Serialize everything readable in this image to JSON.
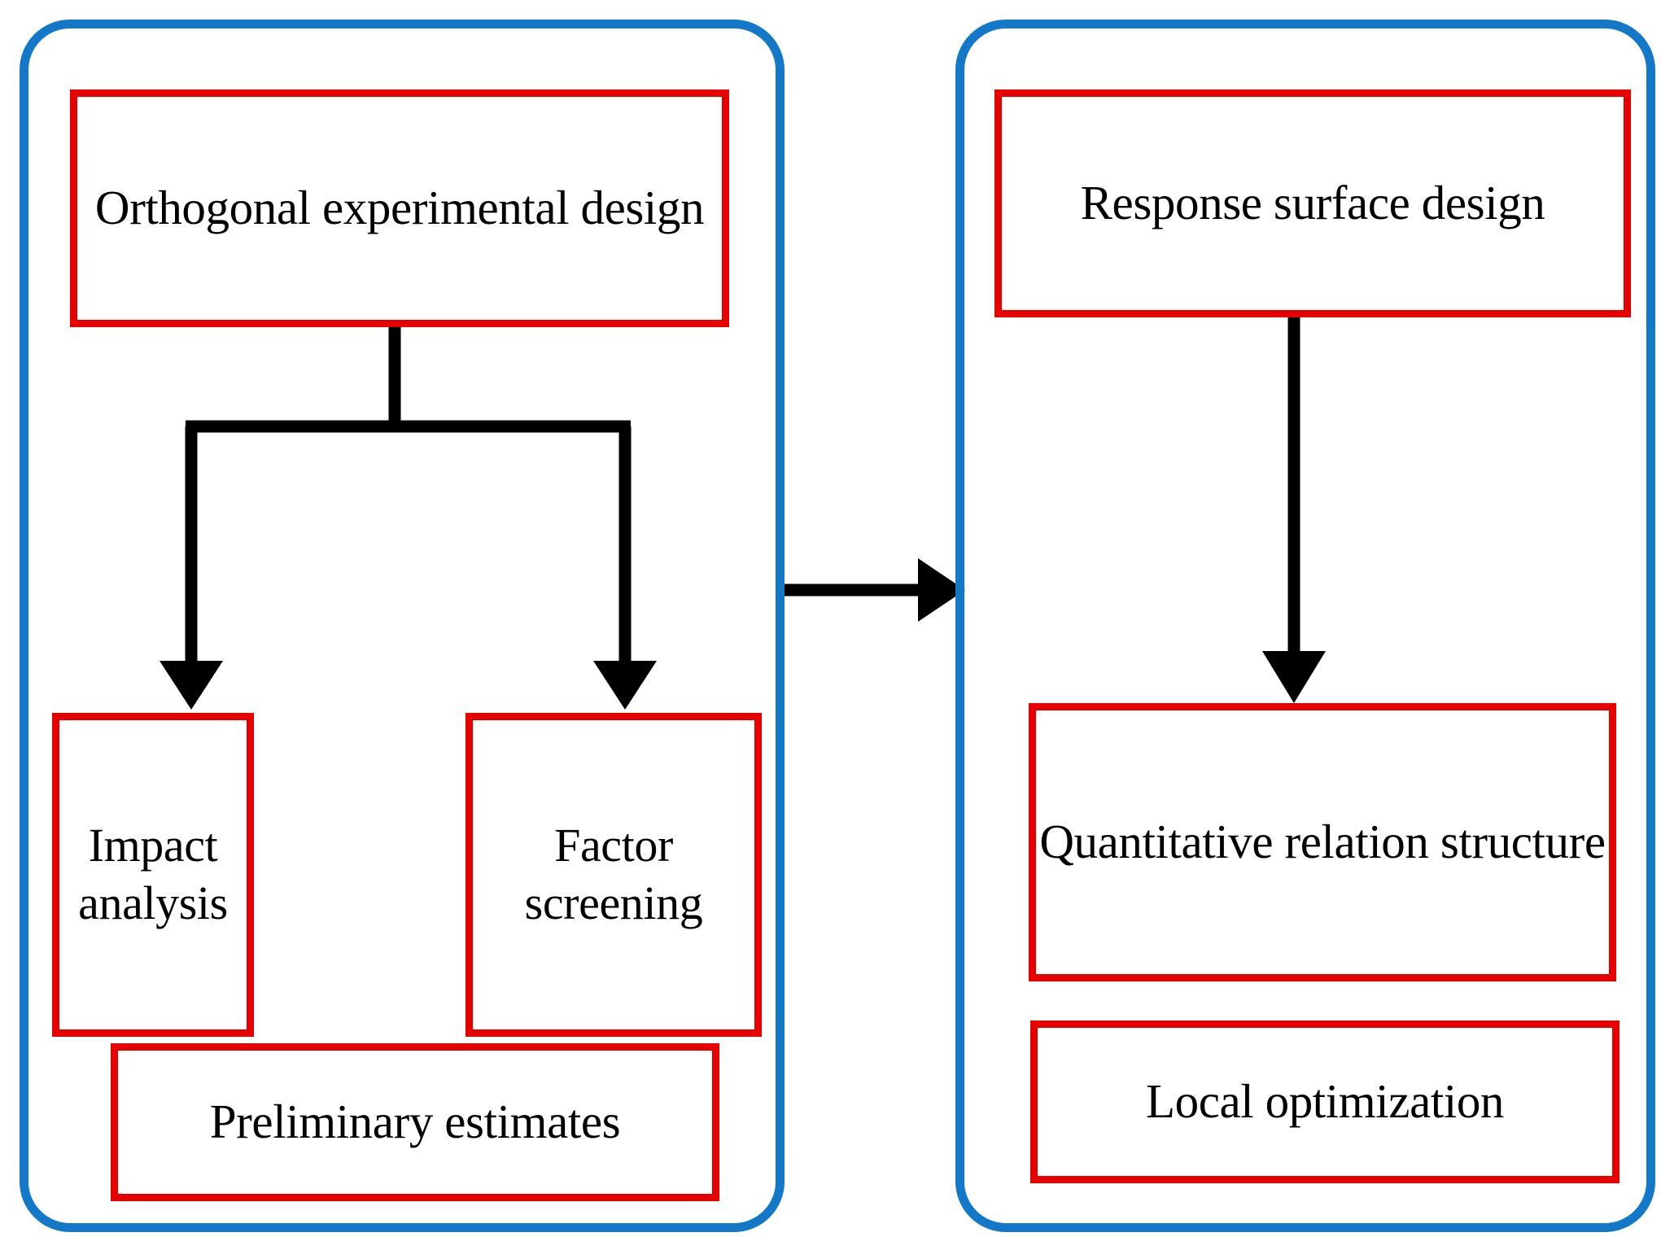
{
  "diagram": {
    "type": "flowchart",
    "title": "Orthogonal experimental design and response surface design workflow",
    "colors": {
      "group_border": "#1378c8",
      "node_border": "#e60000",
      "connector": "#000000",
      "node_fill": "#ffffff",
      "text": "#000000",
      "background": "#ffffff"
    },
    "groups": [
      {
        "id": "stage-one",
        "position": "left",
        "shape": "rounded-rectangle",
        "nodes": [
          "Orthogonal experimental design",
          "Impact analysis",
          "Factor screening",
          "Preliminary estimates"
        ]
      },
      {
        "id": "stage-two",
        "position": "right",
        "shape": "rounded-rectangle",
        "nodes": [
          "Response surface design",
          "Quantitative relation structure",
          "Local optimization"
        ]
      }
    ],
    "nodes": {
      "orthogonal": {
        "label": "Orthogonal experimental design",
        "line1": "Orthogonal experimental",
        "line2": "design"
      },
      "impact": {
        "label": "Impact analysis",
        "line1": "Impact",
        "line2": "analysis"
      },
      "factor": {
        "label": "Factor screening",
        "line1": "Factor",
        "line2": "screening"
      },
      "preliminary": {
        "label": "Preliminary estimates",
        "line1": "Preliminary estimates",
        "line2": ""
      },
      "response": {
        "label": "Response surface design",
        "line1": "Response surface",
        "line2": "design"
      },
      "quantitative": {
        "label": "Quantitative relation structure",
        "line1": "Quantitative relation",
        "line2": "structure"
      },
      "local": {
        "label": "Local optimization",
        "line1": "Local optimization",
        "line2": ""
      }
    },
    "connectors": [
      {
        "id": "split-to-impact",
        "from": "Orthogonal experimental design",
        "to": "Impact analysis",
        "style": "elbow-arrow",
        "direction": "down"
      },
      {
        "id": "split-to-factor",
        "from": "Orthogonal experimental design",
        "to": "Factor screening",
        "style": "elbow-arrow",
        "direction": "down"
      },
      {
        "id": "stage-one-to-stage-two",
        "from": "stage-one",
        "to": "stage-two",
        "style": "straight-arrow",
        "direction": "right"
      },
      {
        "id": "response-to-quantitative",
        "from": "Response surface design",
        "to": "Quantitative relation structure",
        "style": "straight-arrow",
        "direction": "down"
      }
    ]
  }
}
